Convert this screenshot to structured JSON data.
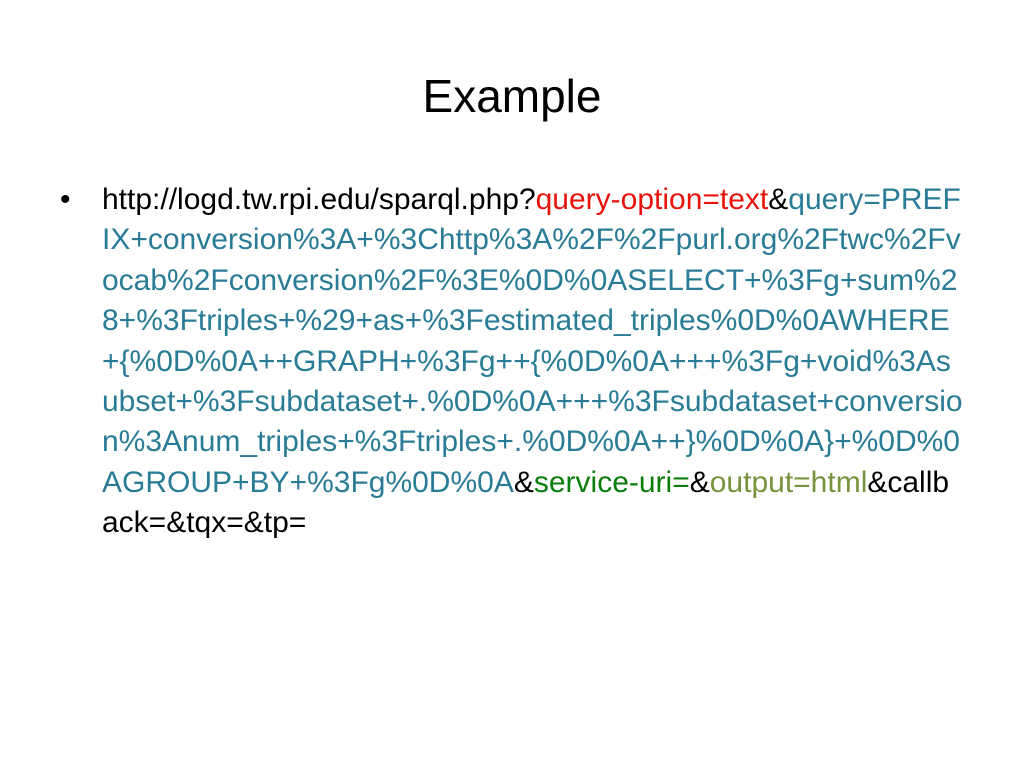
{
  "slide": {
    "title": "Example",
    "bullet_glyph": "•",
    "url_segments": [
      {
        "text": "http://logd.tw.rpi.edu/sparql.php?",
        "color": "#000000"
      },
      {
        "text": "query-option=text",
        "color": "#e8140c"
      },
      {
        "text": "&",
        "color": "#000000"
      },
      {
        "text": "query=PREFIX+conversion%3A+%3Chttp%3A%2F%2Fpurl.org%2Ftwc%2Fvocab%2Fconversion%2F%3E%0D%0ASELECT+%3Fg+sum%28+%3Ftriples+%29+as+%3Festimated_triples%0D%0AWHERE+{%0D%0A++GRAPH+%3Fg++{%0D%0A+++%3Fg+void%3Asubset+%3Fsubdataset+.%0D%0A+++%3Fsubdataset+conversion%3Anum_triples+%3Ftriples+.%0D%0A++}%0D%0A}+%0D%0AGROUP+BY+%3Fg%0D%0A",
        "color": "#2a7c96"
      },
      {
        "text": "&",
        "color": "#000000"
      },
      {
        "text": "service-uri=",
        "color": "#0a7d0a"
      },
      {
        "text": "&",
        "color": "#000000"
      },
      {
        "text": "output=html",
        "color": "#77933c"
      },
      {
        "text": "&callback=&tqx=&tp=",
        "color": "#000000"
      }
    ]
  }
}
